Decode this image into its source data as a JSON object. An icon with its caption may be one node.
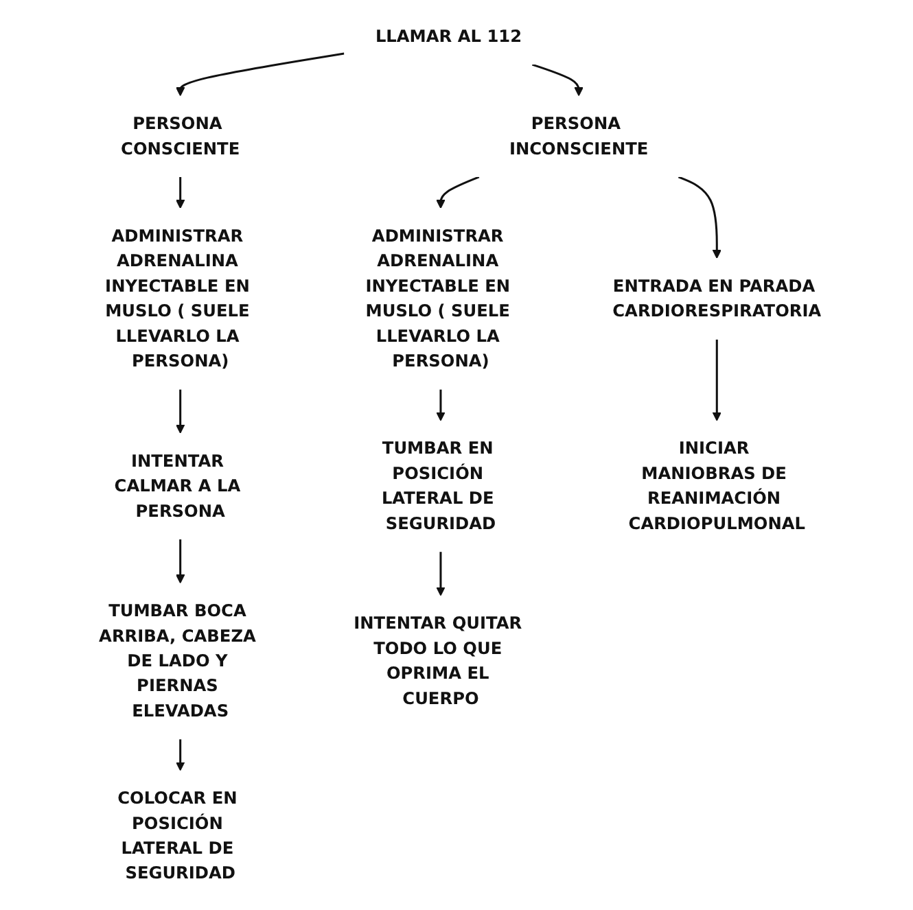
{
  "diagram": {
    "nodes": [
      {
        "text": [
          "LLAMAR AL 112"
        ]
      },
      {
        "text": [
          "PERSONA CONSCIENTE"
        ]
      },
      {
        "text": [
          "PERSONA INCONSCIENTE"
        ]
      },
      {
        "text": [
          "ADMINISTRAR ADRENALINA INYECTABLE EN MUSLO ( SUELE LLEVARLO LA PERSONA)"
        ]
      },
      {
        "text": [
          "INTENTAR CALMAR A LA PERSONA"
        ]
      },
      {
        "text": [
          "TUMBAR BOCA ARRIBA, CABEZA DE LADO Y PIERNAS ELEVADAS"
        ]
      },
      {
        "text": [
          "COLOCAR EN POSICIÓN LATERAL DE SEGURIDAD"
        ]
      },
      {
        "text": [
          "ADMINISTRAR ADRENALINA INYECTABLE EN MUSLO ( SUELE LLEVARLO LA PERSONA)"
        ]
      },
      {
        "text": [
          "TUMBAR EN POSICIÓN LATERAL DE SEGURIDAD"
        ]
      },
      {
        "text": [
          "INTENTAR QUITAR TODO LO QUE OPRIMA EL CUERPO"
        ]
      },
      {
        "text": [
          "ENTRADA EN PARADA CARDIORESPIRATORIA"
        ]
      },
      {
        "text": [
          "INICIAR MANIOBRAS DE REANIMACIÓN CARDIOPULMONAL"
        ]
      }
    ],
    "edges": [
      {
        "from": 0,
        "to": 1,
        "arrow": "to"
      },
      {
        "from": 0,
        "to": 2,
        "arrow": "to"
      },
      {
        "from": 1,
        "to": 3,
        "arrow": "to"
      },
      {
        "from": 3,
        "to": 4,
        "arrow": "to"
      },
      {
        "from": 4,
        "to": 5,
        "arrow": "to"
      },
      {
        "from": 5,
        "to": 6,
        "arrow": "to"
      },
      {
        "from": 2,
        "to": 7,
        "arrow": "to"
      },
      {
        "from": 7,
        "to": 8,
        "arrow": "to"
      },
      {
        "from": 8,
        "to": 9,
        "arrow": "to"
      },
      {
        "from": 2,
        "to": 10,
        "arrow": "to"
      },
      {
        "from": 10,
        "to": 11,
        "arrow": "to"
      }
    ]
  }
}
